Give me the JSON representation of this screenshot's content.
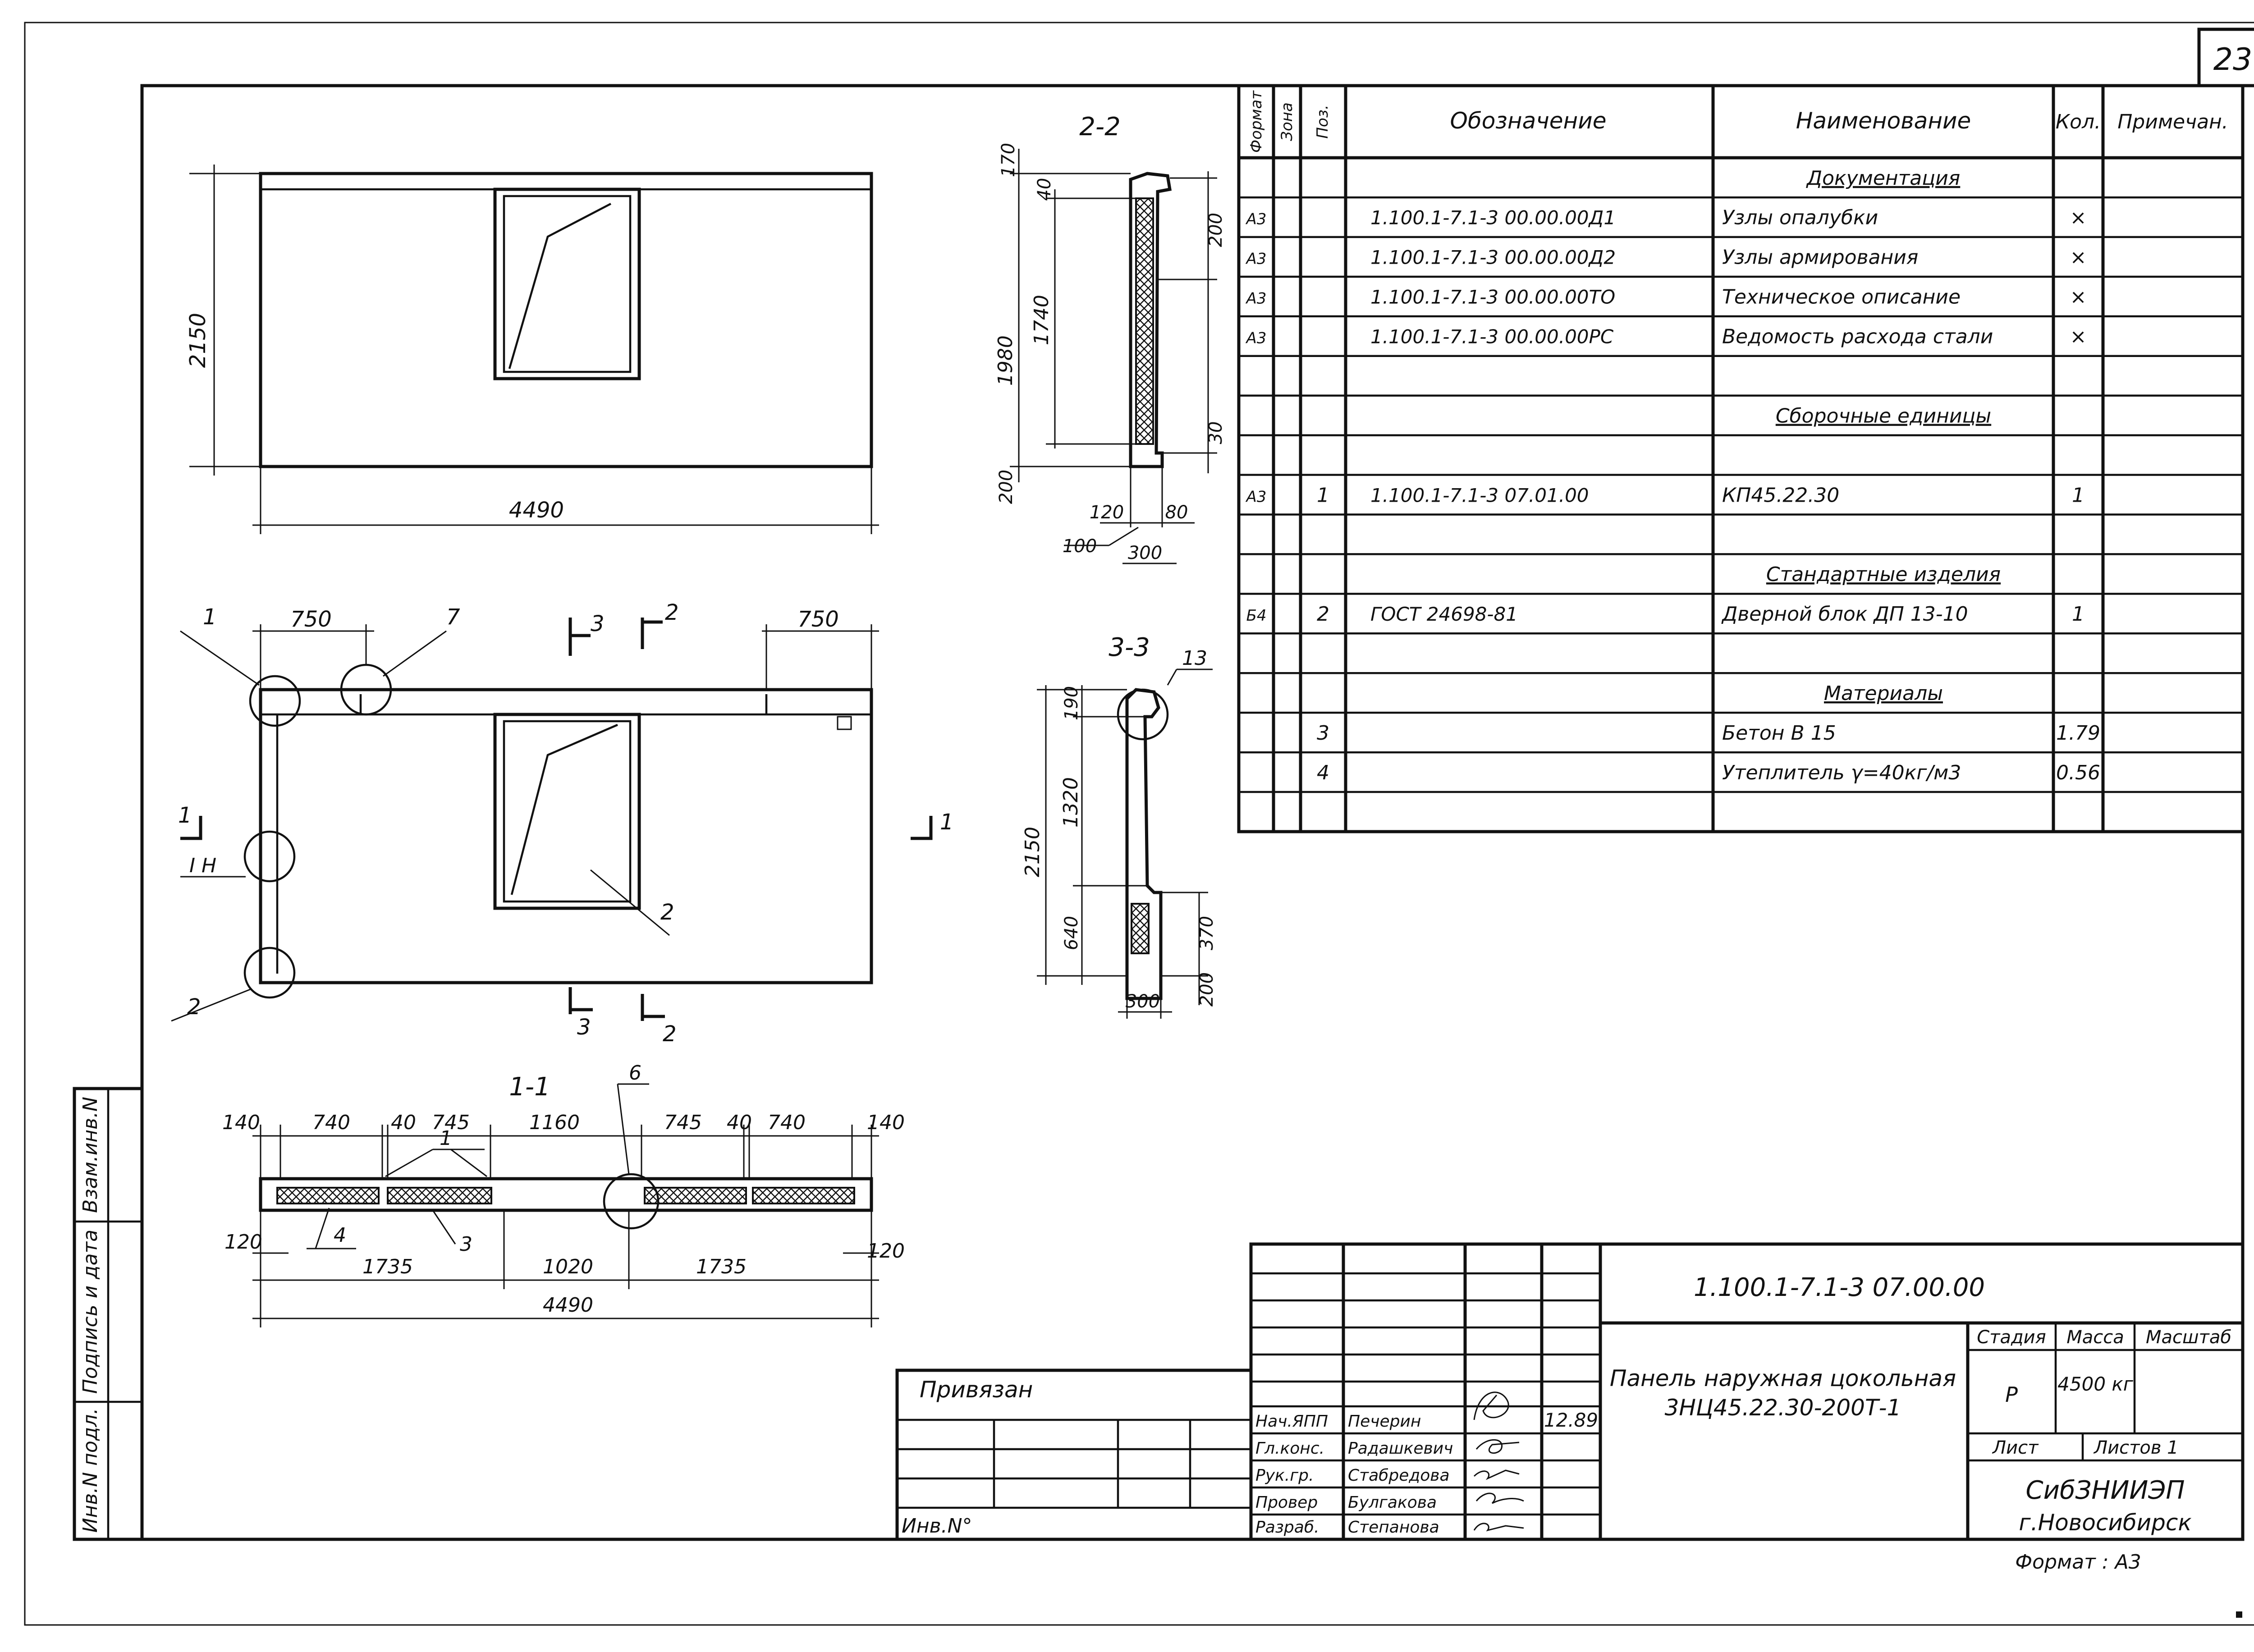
{
  "page_number": "23",
  "side_stamp": {
    "inv_podl": "Инв.N подл.",
    "podpis_data": "Подпись и дата",
    "vzam_inv": "Взам.инв.N"
  },
  "dimensions": {
    "elevation": {
      "width": "4490",
      "height": "2150"
    },
    "plan": {
      "left_end": "750",
      "right_end": "750"
    },
    "section_1_1": [
      "140",
      "740",
      "40",
      "745",
      "1160",
      "745",
      "40",
      "740",
      "140"
    ],
    "section_1_1_edges": [
      "120",
      "120"
    ],
    "section_1_1_bottom": [
      "1735",
      "1020",
      "1735"
    ],
    "section_1_1_total": "4490",
    "section_2_2": {
      "top": "170",
      "lip": "40",
      "upper": "200",
      "inner": "1740",
      "total": "1980",
      "bottom_gap": "30",
      "base": "200",
      "b1": "120",
      "b2": "80",
      "b3": "100",
      "b4": "300"
    },
    "section_3_3": {
      "top": "190",
      "mid": "1320",
      "total": "2150",
      "low": "640",
      "sill": "370",
      "base": "200",
      "width": "300"
    }
  },
  "section_labels": {
    "s1_1": "1-1",
    "s2_2": "2-2",
    "s3_3": "3-3",
    "cut_1": "1",
    "cut_2": "2",
    "cut_3": "3"
  },
  "callouts": [
    "1",
    "7",
    "2",
    "1",
    "4",
    "3",
    "6",
    "13",
    "2"
  ],
  "node_label": "I Н",
  "spec_table": {
    "headers": [
      "Формат",
      "Зона",
      "Поз.",
      "Обозначение",
      "Наименование",
      "Кол.",
      "Примечан."
    ],
    "rows": [
      {
        "fmt": "",
        "zone": "",
        "pos": "",
        "code": "",
        "name": "Документация",
        "qty": "",
        "section": true
      },
      {
        "fmt": "А3",
        "zone": "",
        "pos": "",
        "code": "1.100.1-7.1-3   00.00.00Д1",
        "name": "Узлы опалубки",
        "qty": "×"
      },
      {
        "fmt": "А3",
        "zone": "",
        "pos": "",
        "code": "1.100.1-7.1-3   00.00.00Д2",
        "name": "Узлы армирования",
        "qty": "×"
      },
      {
        "fmt": "А3",
        "zone": "",
        "pos": "",
        "code": "1.100.1-7.1-3   00.00.00ТО",
        "name": "Техническое описание",
        "qty": "×"
      },
      {
        "fmt": "А3",
        "zone": "",
        "pos": "",
        "code": "1.100.1-7.1-3   00.00.00РС",
        "name": "Ведомость расхода стали",
        "qty": "×"
      },
      {
        "fmt": "",
        "zone": "",
        "pos": "",
        "code": "",
        "name": "",
        "qty": ""
      },
      {
        "fmt": "",
        "zone": "",
        "pos": "",
        "code": "",
        "name": "Сборочные единицы",
        "qty": "",
        "section": true
      },
      {
        "fmt": "",
        "zone": "",
        "pos": "",
        "code": "",
        "name": "",
        "qty": ""
      },
      {
        "fmt": "А3",
        "zone": "",
        "pos": "1",
        "code": "1.100.1-7.1-3   07.01.00",
        "name": "КП45.22.30",
        "qty": "1"
      },
      {
        "fmt": "",
        "zone": "",
        "pos": "",
        "code": "",
        "name": "",
        "qty": ""
      },
      {
        "fmt": "",
        "zone": "",
        "pos": "",
        "code": "",
        "name": "Стандартные изделия",
        "qty": "",
        "section": true
      },
      {
        "fmt": "Б4",
        "zone": "",
        "pos": "2",
        "code": "ГОСТ 24698-81",
        "name": "Дверной блок ДП 13-10",
        "qty": "1"
      },
      {
        "fmt": "",
        "zone": "",
        "pos": "",
        "code": "",
        "name": "",
        "qty": ""
      },
      {
        "fmt": "",
        "zone": "",
        "pos": "",
        "code": "",
        "name": "Материалы",
        "qty": "",
        "section": true
      },
      {
        "fmt": "",
        "zone": "",
        "pos": "3",
        "code": "",
        "name": "Бетон В 15",
        "qty": "1.79"
      },
      {
        "fmt": "",
        "zone": "",
        "pos": "4",
        "code": "",
        "name": "Утеплитель γ=40кг/м3",
        "qty": "0.56"
      },
      {
        "fmt": "",
        "zone": "",
        "pos": "",
        "code": "",
        "name": "",
        "qty": ""
      }
    ]
  },
  "title_block": {
    "privyazan": "Привязан",
    "inv_no": "Инв.N°",
    "doc_code": "1.100.1-7.1-3        07.00.00",
    "title_line1": "Панель наружная цокольная",
    "title_line2": "3НЦ45.22.30-200Т-1",
    "stadiya_label": "Стадия",
    "massa_label": "Масса",
    "masshtab_label": "Масштаб",
    "stadiya": "Р",
    "massa": "4500 кг",
    "list_label": "Лист",
    "listov_label": "Листов 1",
    "org": "СибЗНИИЭП",
    "city": "г.Новосибирск",
    "format": "Формат : А3",
    "date": "12.89",
    "signatures": [
      {
        "role": "Нач.ЯПП",
        "name": "Печерин"
      },
      {
        "role": "Гл.конс.",
        "name": "Радашкевич"
      },
      {
        "role": "Рук.гр.",
        "name": "Стабредова"
      },
      {
        "role": "Провер",
        "name": "Булгакова"
      },
      {
        "role": "Разраб.",
        "name": "Степанова"
      }
    ]
  }
}
